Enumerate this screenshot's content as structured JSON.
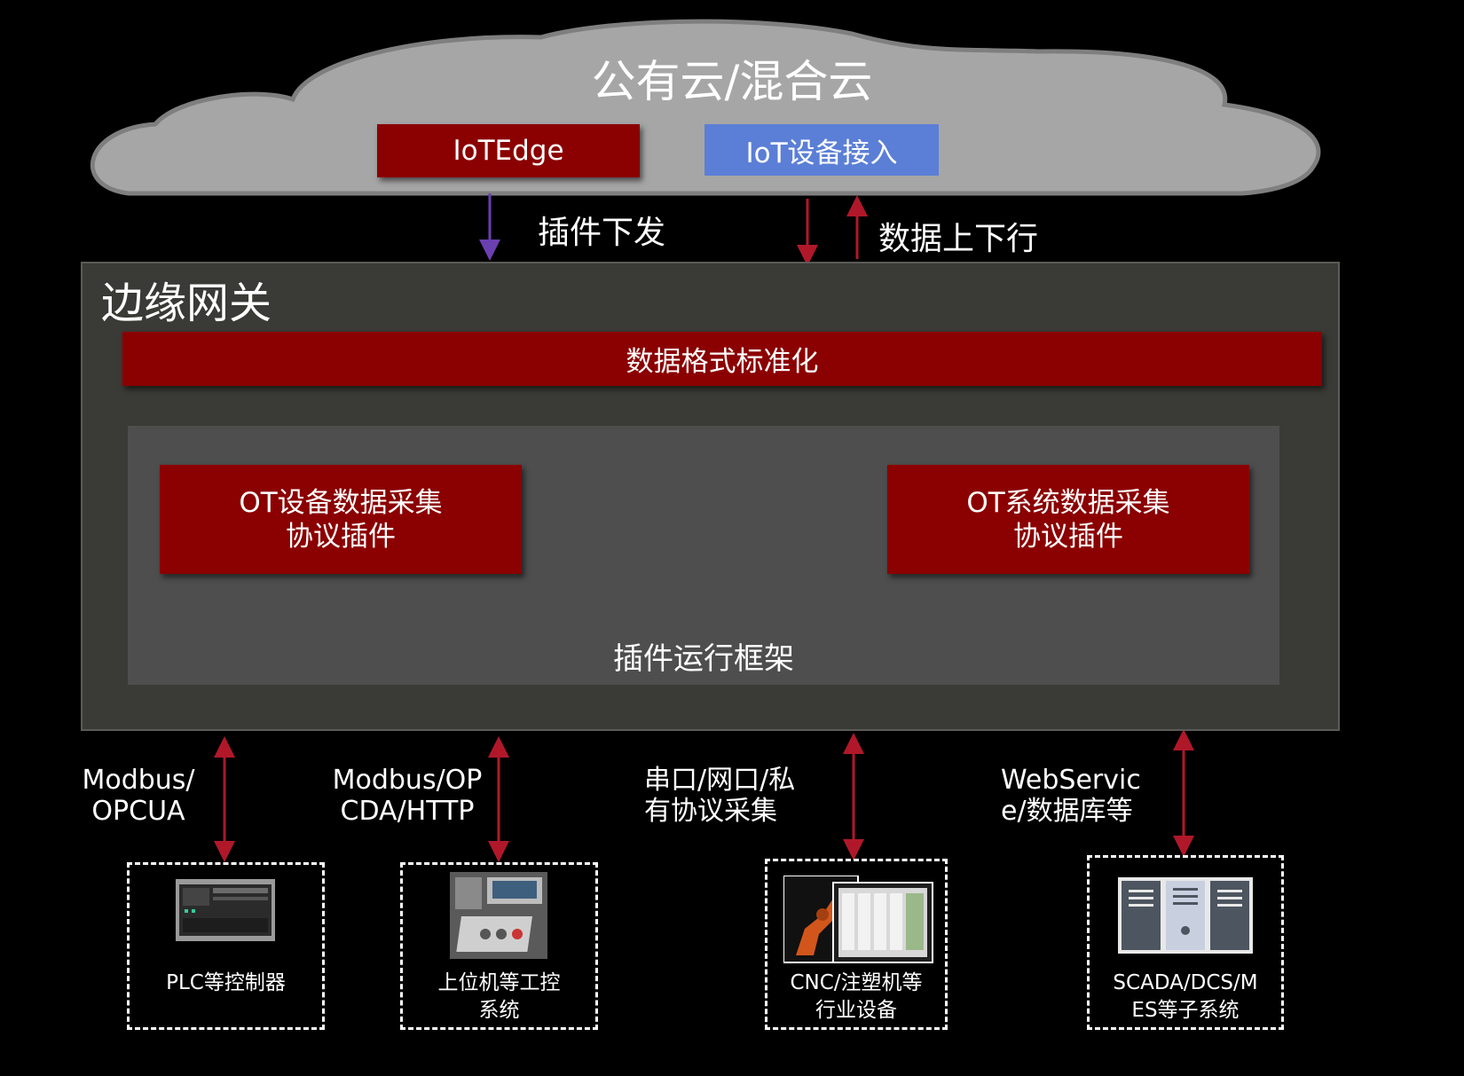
{
  "cloud": {
    "title": "公有云/混合云",
    "iotedge_label": "IoTEdge",
    "iot_access_label": "IoT设备接入"
  },
  "arrows": {
    "plugin_down_label": "插件下发",
    "data_updown_label": "数据上下行"
  },
  "gateway": {
    "title": "边缘网关",
    "format_bar_label": "数据格式标准化",
    "ot_device_plugin": [
      "OT设备数据采集",
      "协议插件"
    ],
    "ot_system_plugin": [
      "OT系统数据采集",
      "协议插件"
    ],
    "framework_label": "插件运行框架"
  },
  "protocols": [
    {
      "lines": [
        "Modbus/",
        "OPCUA"
      ]
    },
    {
      "lines": [
        "Modbus/OP",
        "CDA/HTTP"
      ]
    },
    {
      "lines": [
        "串口/网口/私",
        "有协议采集"
      ]
    },
    {
      "lines": [
        "WebServic",
        "e/数据库等"
      ]
    }
  ],
  "devices": [
    {
      "lines": [
        "PLC等控制器"
      ],
      "icon": "plc-icon"
    },
    {
      "lines": [
        "上位机等工控",
        "系统"
      ],
      "icon": "control-panel-icon"
    },
    {
      "lines": [
        "CNC/注塑机等",
        "行业设备"
      ],
      "icon": "robot-arm-icon"
    },
    {
      "lines": [
        "SCADA/DCS/M",
        "ES等子系统"
      ],
      "icon": "server-icon"
    }
  ],
  "colors": {
    "background": "#000000",
    "cloud_fill": "#a6a6a6",
    "cloud_stroke": "#7f7f7f",
    "accent_red": "#8b0000",
    "accent_blue": "#5b7fd6",
    "gateway_fill": "#3a3a36",
    "framework_fill": "#4e4e4e",
    "down_arrow_purple": "#6a3fb0",
    "arrow_red": "#b0182a"
  }
}
